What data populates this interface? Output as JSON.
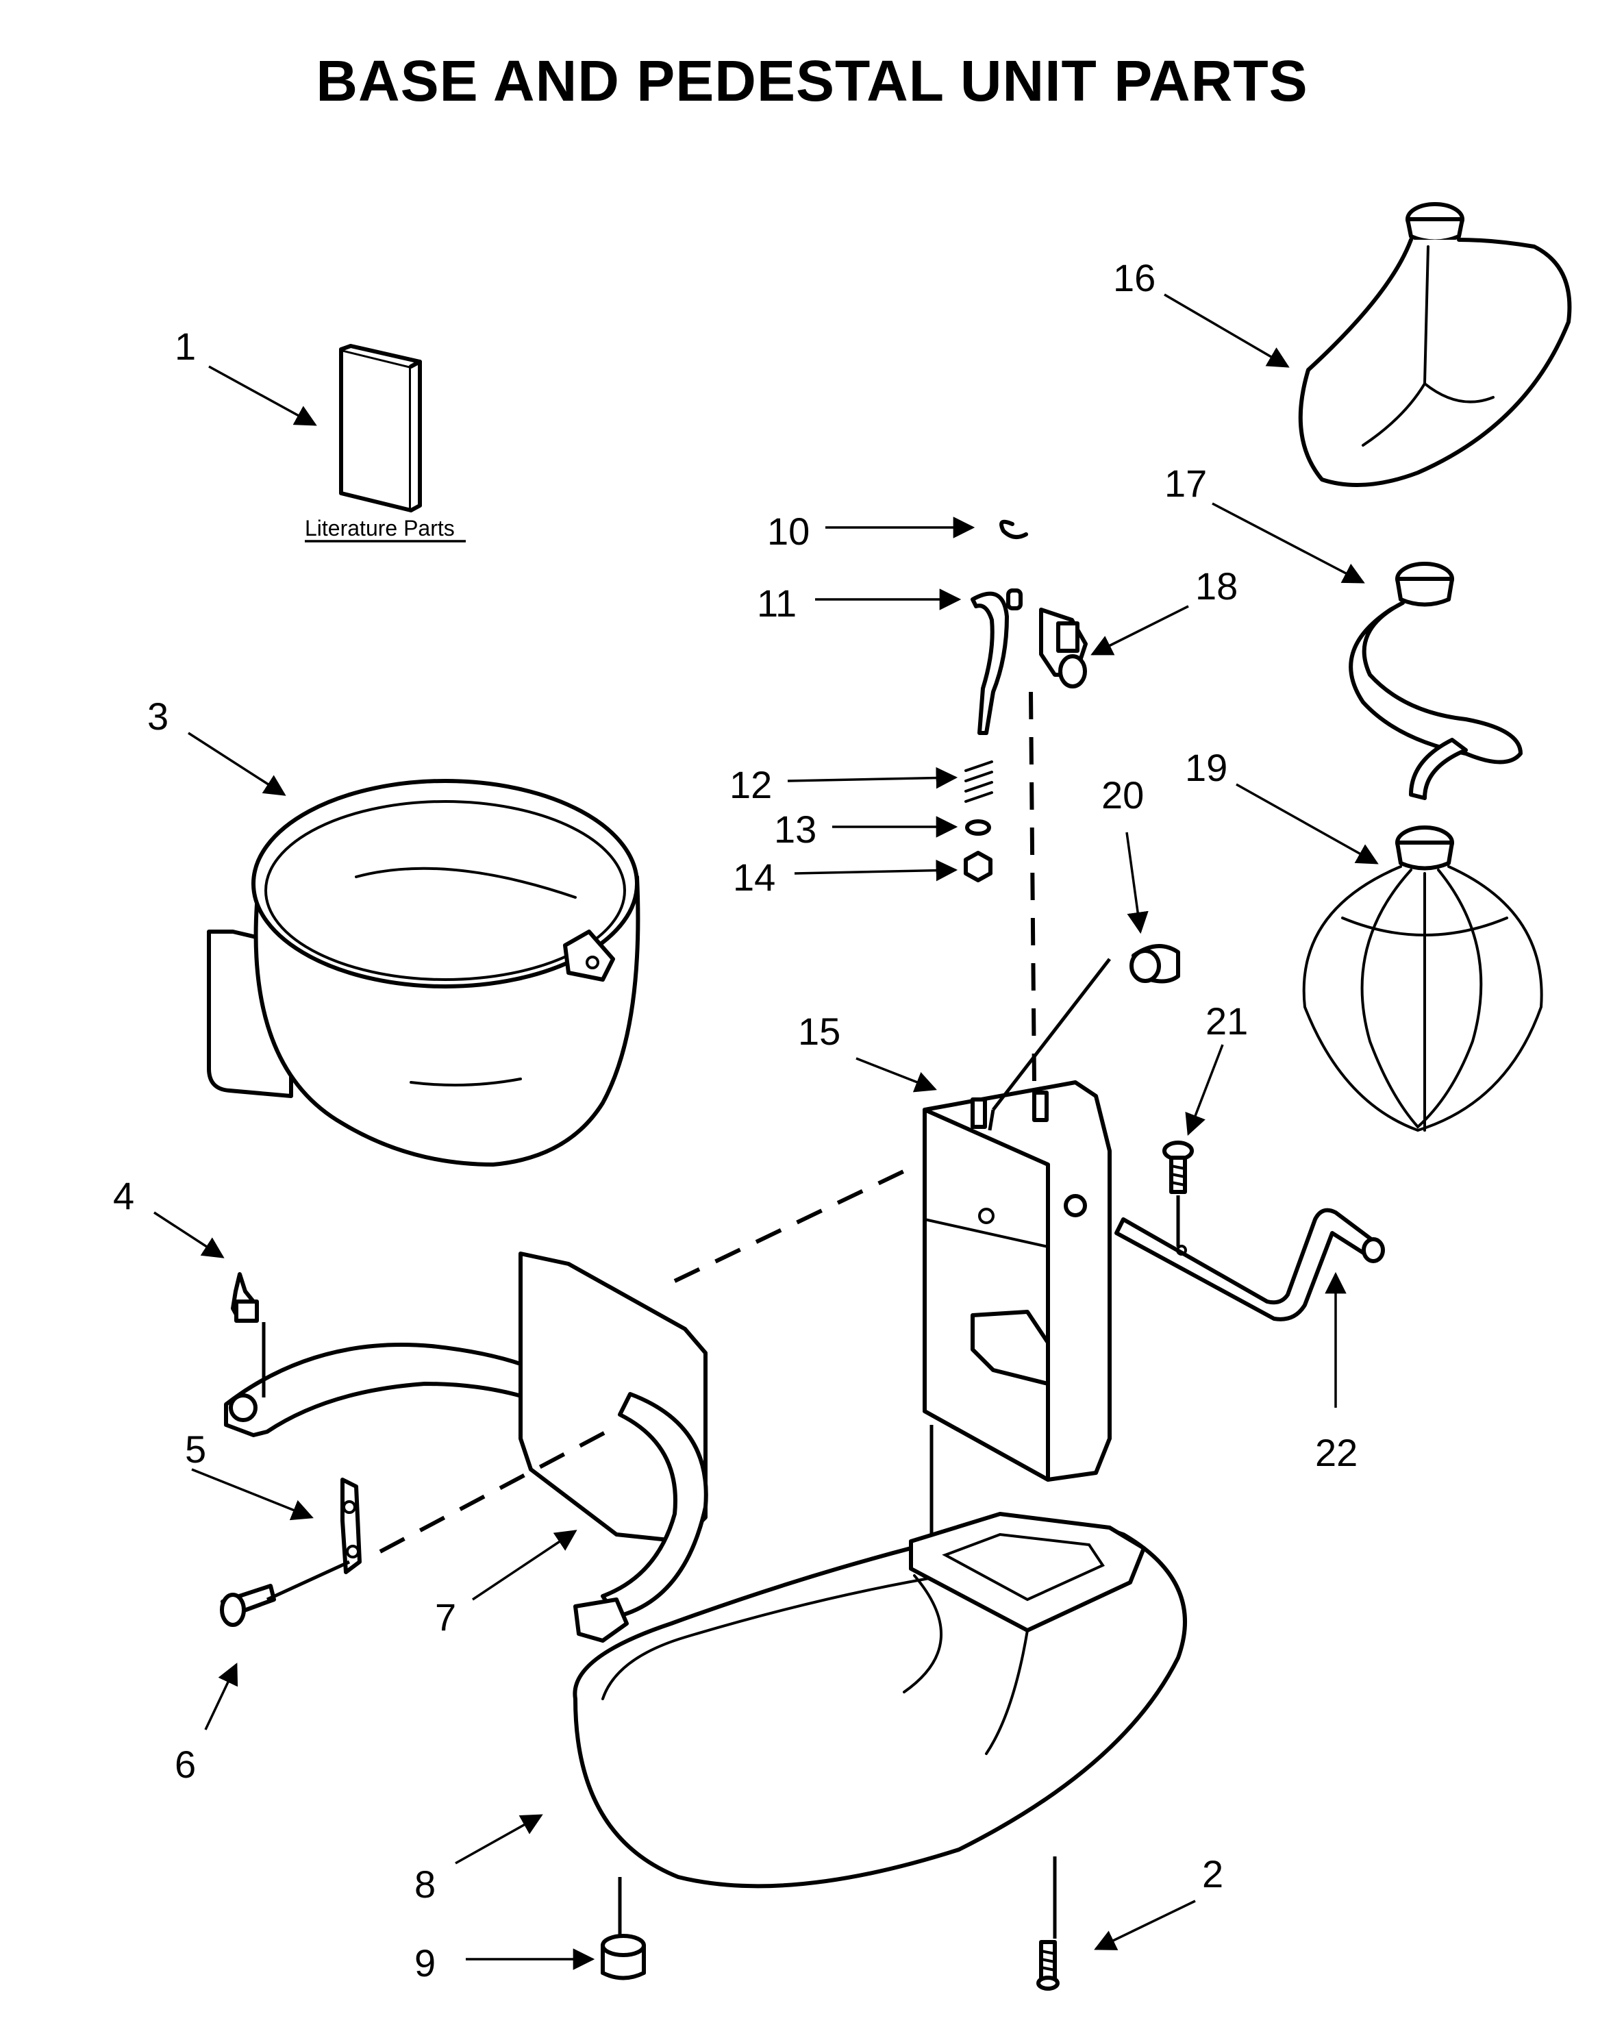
{
  "title": "BASE AND PEDESTAL UNIT PARTS",
  "literature_label": "Literature Parts",
  "callouts": [
    "1",
    "2",
    "3",
    "4",
    "5",
    "6",
    "7",
    "8",
    "9",
    "10",
    "11",
    "12",
    "13",
    "14",
    "15",
    "16",
    "17",
    "18",
    "19",
    "20",
    "21",
    "22"
  ]
}
